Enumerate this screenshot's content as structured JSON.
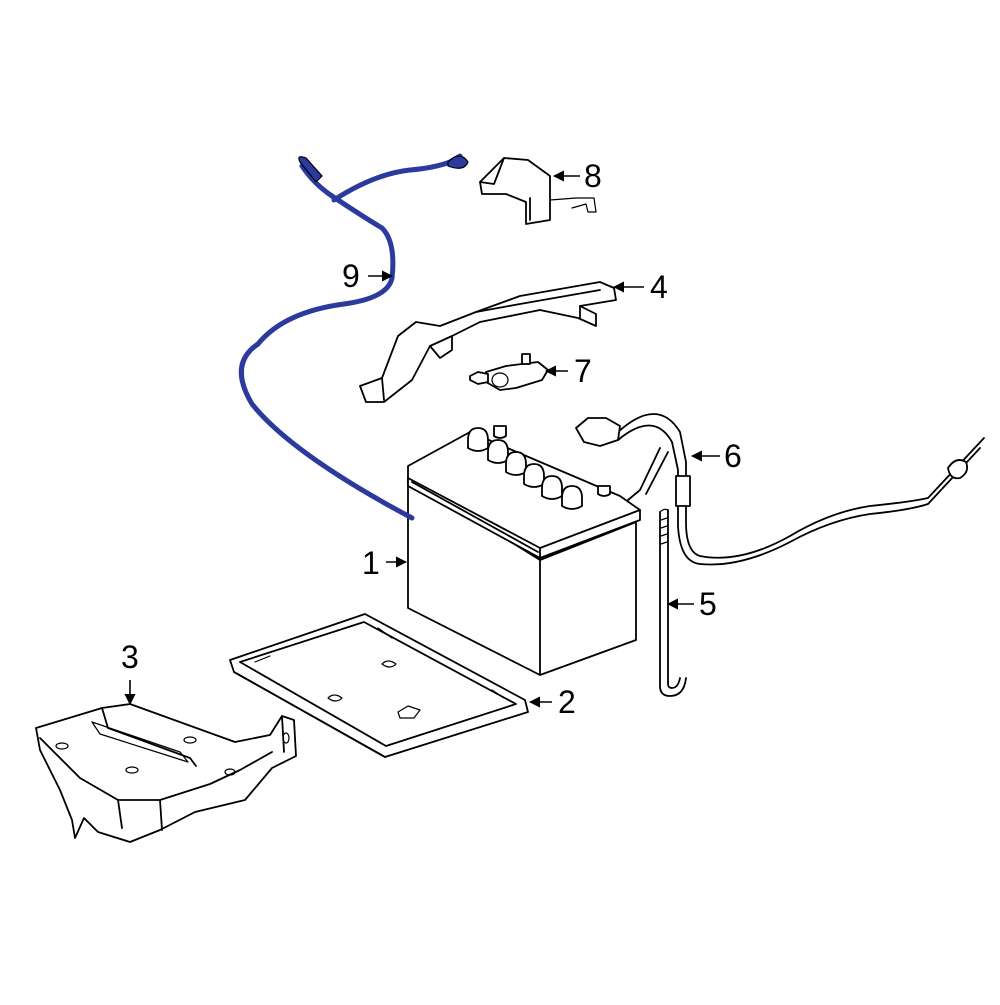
{
  "colors": {
    "highlight": "#2b3a9e",
    "line": "#000000",
    "background": "#ffffff"
  },
  "callouts": [
    {
      "part": "battery",
      "label": "1"
    },
    {
      "part": "battery-tray",
      "label": "2"
    },
    {
      "part": "tray-bracket",
      "label": "3"
    },
    {
      "part": "hold-down-clamp",
      "label": "4"
    },
    {
      "part": "hold-down-rod",
      "label": "5"
    },
    {
      "part": "positive-cable",
      "label": "6"
    },
    {
      "part": "terminal-clamp",
      "label": "7"
    },
    {
      "part": "terminal-cover",
      "label": "8"
    },
    {
      "part": "negative-cable",
      "label": "9"
    }
  ]
}
